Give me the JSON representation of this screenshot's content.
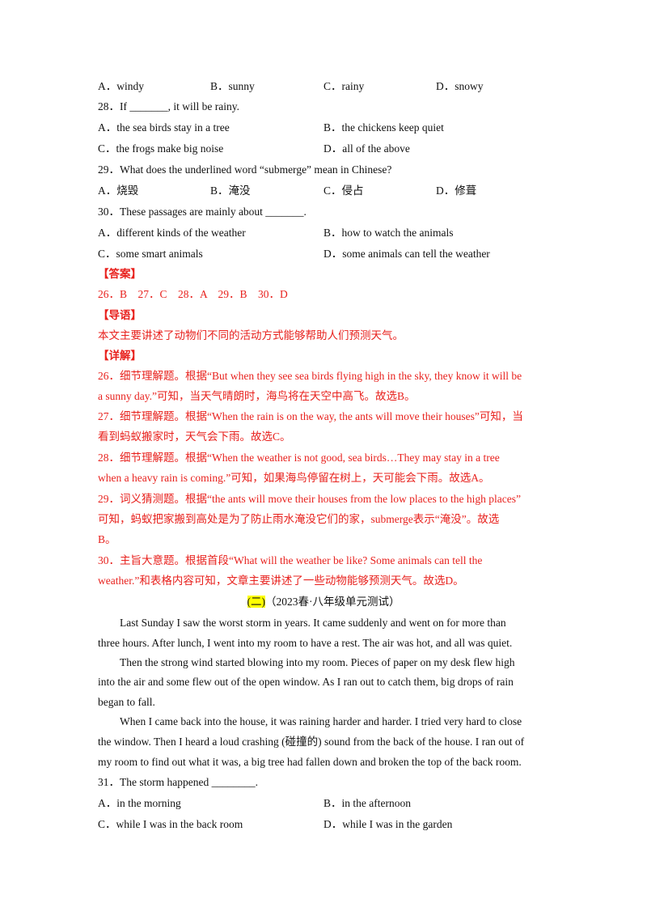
{
  "q27_options": {
    "A": "A．windy",
    "B": "B．sunny",
    "C": "C．rainy",
    "D": "D．snowy"
  },
  "q28": {
    "stem": "28．If _______, it will be rainy.",
    "A": "A．the sea birds stay in a tree",
    "B": "B．the chickens keep quiet",
    "C": "C．the frogs make big noise",
    "D": "D．all of the above"
  },
  "q29": {
    "stem": "29．What does the underlined word “submerge” mean in Chinese?",
    "A": "A．烧毁",
    "B": "B．淹没",
    "C": "C．侵占",
    "D": "D．修葺"
  },
  "q30": {
    "stem": "30．These passages are mainly about _______.",
    "A": "A．different kinds of the weather",
    "B": "B．how to watch the animals",
    "C": "C．some smart animals",
    "D": "D．some animals can tell the weather"
  },
  "answer": {
    "heading": "【答案】",
    "text": "26．B　27．C　28．A　29．B　30．D"
  },
  "guide": {
    "heading": "【导语】",
    "text": "本文主要讲述了动物们不同的活动方式能够帮助人们预测天气。"
  },
  "detail": {
    "heading": "【详解】",
    "lines": [
      "26．细节理解题。根据“But when they see sea birds flying high in the sky, they know it will be",
      "a sunny day.”可知，当天气晴朗时，海鸟将在天空中高飞。故选B。",
      "27．细节理解题。根据“When the rain is on the way, the ants will move their houses”可知，当",
      "看到蚂蚁搬家时，天气会下雨。故选C。",
      "28．细节理解题。根据“When the weather is not good, sea birds…They may stay in a tree",
      "when a heavy rain is coming.”可知，如果海鸟停留在树上，天可能会下雨。故选A。",
      "29．词义猜测题。根据“the ants will move their houses from the low places to the high places”",
      "可知，蚂蚁把家搬到高处是为了防止雨水淹没它们的家，submerge表示“淹没”。故选",
      "B。",
      "30．主旨大意题。根据首段“What will the weather be like? Some animals can tell the",
      "weather.”和表格内容可知，文章主要讲述了一些动物能够预测天气。故选D。"
    ]
  },
  "section": {
    "marker": "(二)",
    "source": "（2023春·八年级单元测试）"
  },
  "passage": [
    "Last Sunday I saw the worst storm in years. It came suddenly and went on for more than",
    "three hours. After lunch, I went into my room to have a rest. The air was hot, and all was quiet.",
    "Then the strong wind started blowing into my room. Pieces of paper on my desk flew high",
    "into the air and some flew out of the open window. As I ran out to catch them, big drops of rain",
    "began to fall.",
    "When I came back into the house, it was raining harder and harder. I tried very hard to close",
    "the window. Then I heard a loud crashing (碰撞的) sound from the back of the house. I ran out of",
    "my room to find out what it was, a big tree had fallen down and broken the top of the back room."
  ],
  "q31": {
    "stem": "31．The storm happened ________.",
    "A": "A．in the morning",
    "B": "B．in the afternoon",
    "C": "C．while I was in the back room",
    "D": "D．while I was in the garden"
  }
}
